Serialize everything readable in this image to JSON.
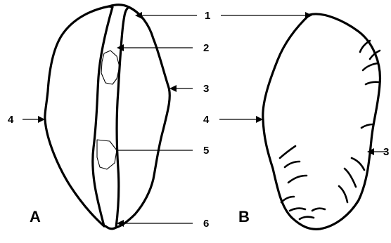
{
  "panels": {
    "a": "A",
    "b": "B"
  },
  "labels": {
    "l1": "1",
    "l2": "2",
    "l3a": "3",
    "l3b": "3",
    "l4a": "4",
    "l4b": "4",
    "l5": "5",
    "l6": "6"
  }
}
